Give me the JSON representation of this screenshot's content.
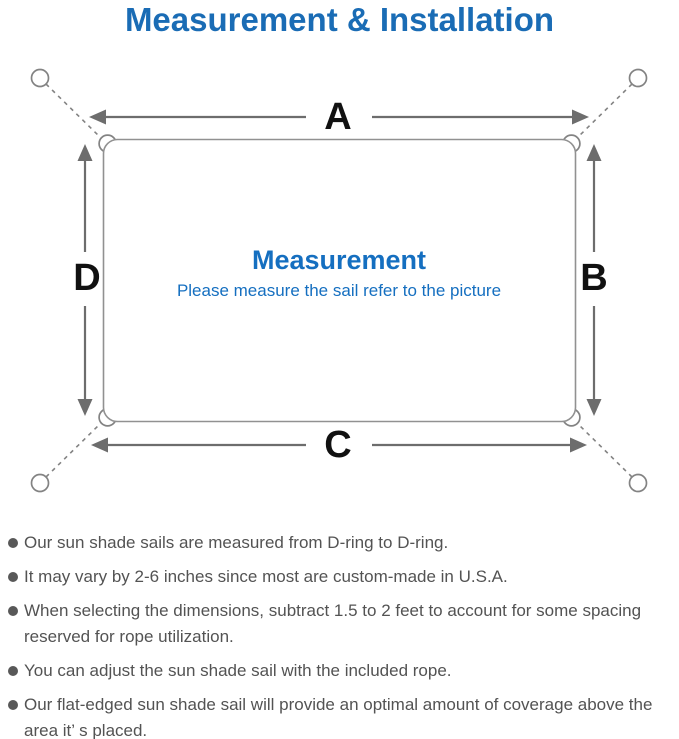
{
  "title": "Measurement & Installation",
  "diagram": {
    "labels": {
      "top": "A",
      "right": "B",
      "bottom": "C",
      "left": "D"
    },
    "center_title": "Measurement",
    "center_subtitle": "Please measure the sail refer to the picture"
  },
  "notes": [
    "Our sun shade sails are measured from D-ring to D-ring.",
    "It may vary by 2-6 inches since most are custom-made in U.S.A.",
    "When selecting the dimensions, subtract 1.5 to 2 feet to account for some spacing reserved for rope utilization.",
    "You can adjust the sun shade sail with the included rope.",
    "Our flat-edged sun shade sail will provide an optimal amount of coverage above the area it’ s placed."
  ],
  "colors": {
    "accent_blue": "#1a6cb5",
    "center_blue": "#156fc0",
    "line_gray": "#8a8a8a",
    "arrow_gray": "#6d6d6d",
    "note_text_gray": "#535353"
  }
}
